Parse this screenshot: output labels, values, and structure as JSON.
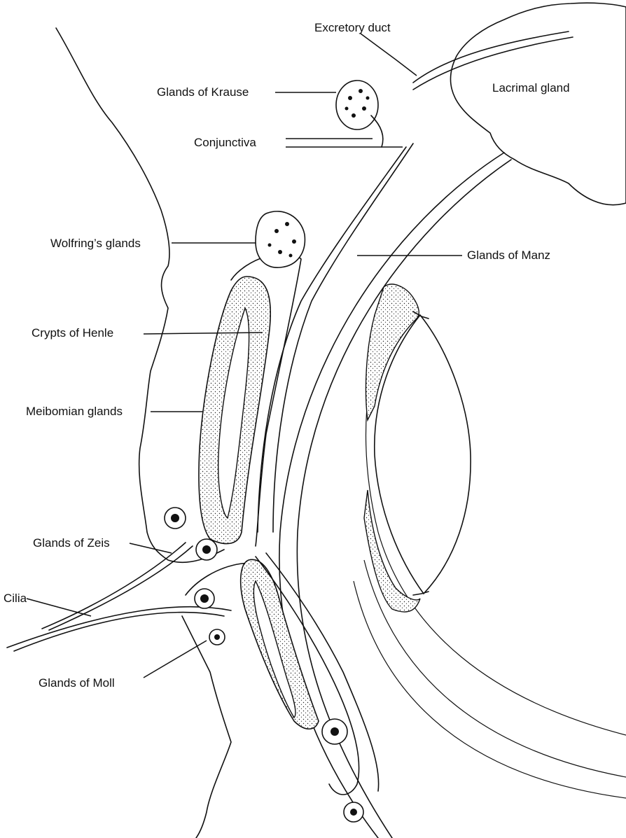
{
  "labels": {
    "excretory_duct": "Excretory duct",
    "lacrimal_gland": "Lacrimal gland",
    "glands_of_krause": "Glands of Krause",
    "conjunctiva": "Conjunctiva",
    "wolfrings_glands": "Wolfring’s glands",
    "glands_of_manz": "Glands of Manz",
    "crypts_of_henle": "Crypts of Henle",
    "meibomian_glands": "Meibomian glands",
    "glands_of_zeis": "Glands of Zeis",
    "cilia": "Cilia",
    "glands_of_moll": "Glands of Moll"
  },
  "colors": {
    "line": "#111111",
    "background": "#ffffff",
    "stipple": "#e9e9e9"
  }
}
